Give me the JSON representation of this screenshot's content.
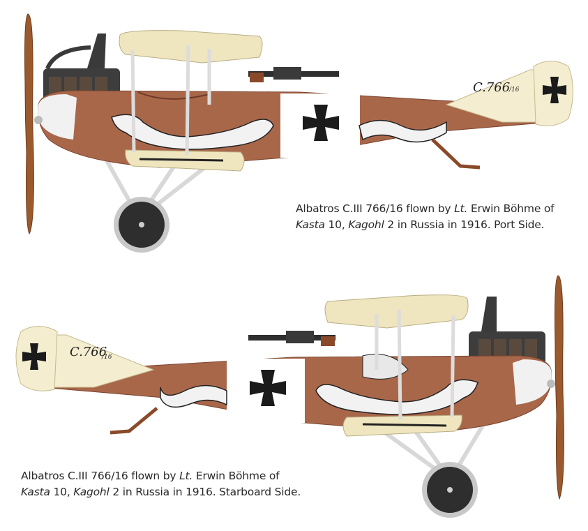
{
  "port": {
    "serial": "C.766",
    "serial_sub": "/16",
    "caption": {
      "part1": "Albatros C.III 766/16 flown by ",
      "rank": "Lt.",
      "part2": " Erwin Böhme of",
      "unit1": "Kasta",
      "part3": " 10, ",
      "unit2": "Kagohl",
      "part4": " 2 in Russia in 1916. Port Side."
    }
  },
  "starboard": {
    "serial": "C.766",
    "serial_sub": "/16",
    "caption": {
      "part1": "Albatros C.III 766/16 flown by ",
      "rank": "Lt.",
      "part2": " Erwin Böhme of",
      "unit1": "Kasta",
      "part3": " 10, ",
      "unit2": "Kagohl",
      "part4": " 2 in Russia in 1916. Starboard Side."
    }
  },
  "colors": {
    "fuselage": "#a9674a",
    "fuselage_dark": "#8c5038",
    "wing": "#efe6bf",
    "tail": "#f4edd0",
    "cross": "#1b1b1b",
    "engine": "#3a3a3a",
    "propeller": "#9a5a2e",
    "tyre": "#2e2e2e",
    "strut": "#d9d9d9"
  }
}
